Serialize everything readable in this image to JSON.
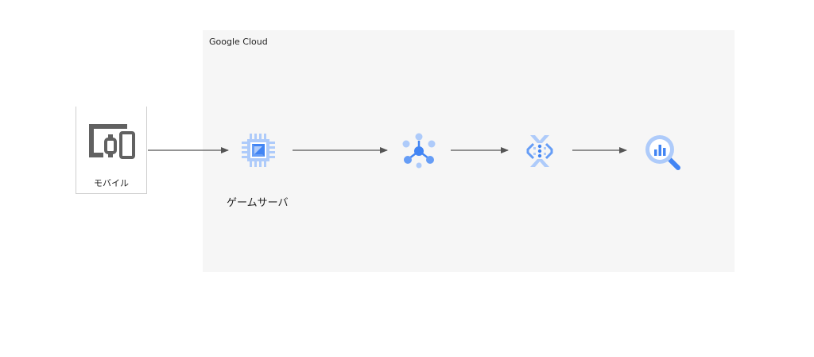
{
  "diagram": {
    "region": {
      "label": "Google Cloud"
    },
    "nodes": {
      "mobile": {
        "label": "モバイル",
        "icon": "mobile-devices-icon"
      },
      "game_server": {
        "label": "ゲームサーバ",
        "icon": "compute-engine-icon"
      },
      "messaging": {
        "icon": "pubsub-icon"
      },
      "processing": {
        "icon": "dataflow-icon"
      },
      "warehouse": {
        "icon": "bigquery-icon"
      }
    },
    "edges": [
      {
        "from": "mobile",
        "to": "game_server"
      },
      {
        "from": "game_server",
        "to": "messaging"
      },
      {
        "from": "messaging",
        "to": "processing"
      },
      {
        "from": "processing",
        "to": "warehouse"
      }
    ],
    "colors": {
      "primary_blue": "#4285f4",
      "light_blue": "#aecbfa",
      "mid_blue": "#669df6",
      "icon_gray": "#616161",
      "arrow": "#555555",
      "region_bg": "#f6f6f6"
    }
  }
}
